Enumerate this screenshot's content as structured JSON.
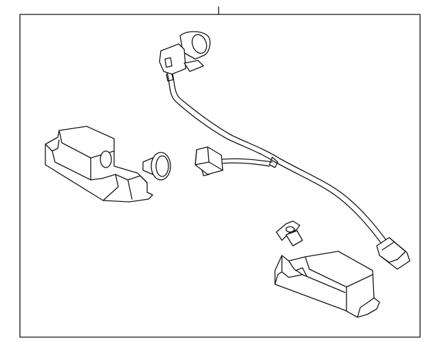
{
  "diagram": {
    "title": "",
    "labels": [],
    "colors": {
      "line": "#111111",
      "background": "#ffffff"
    },
    "parts": [
      {
        "name": "wiring-harness"
      },
      {
        "name": "license-lamp-left"
      },
      {
        "name": "license-lamp-right"
      },
      {
        "name": "lamp-bulb"
      },
      {
        "name": "push-retainer-clip"
      }
    ]
  }
}
